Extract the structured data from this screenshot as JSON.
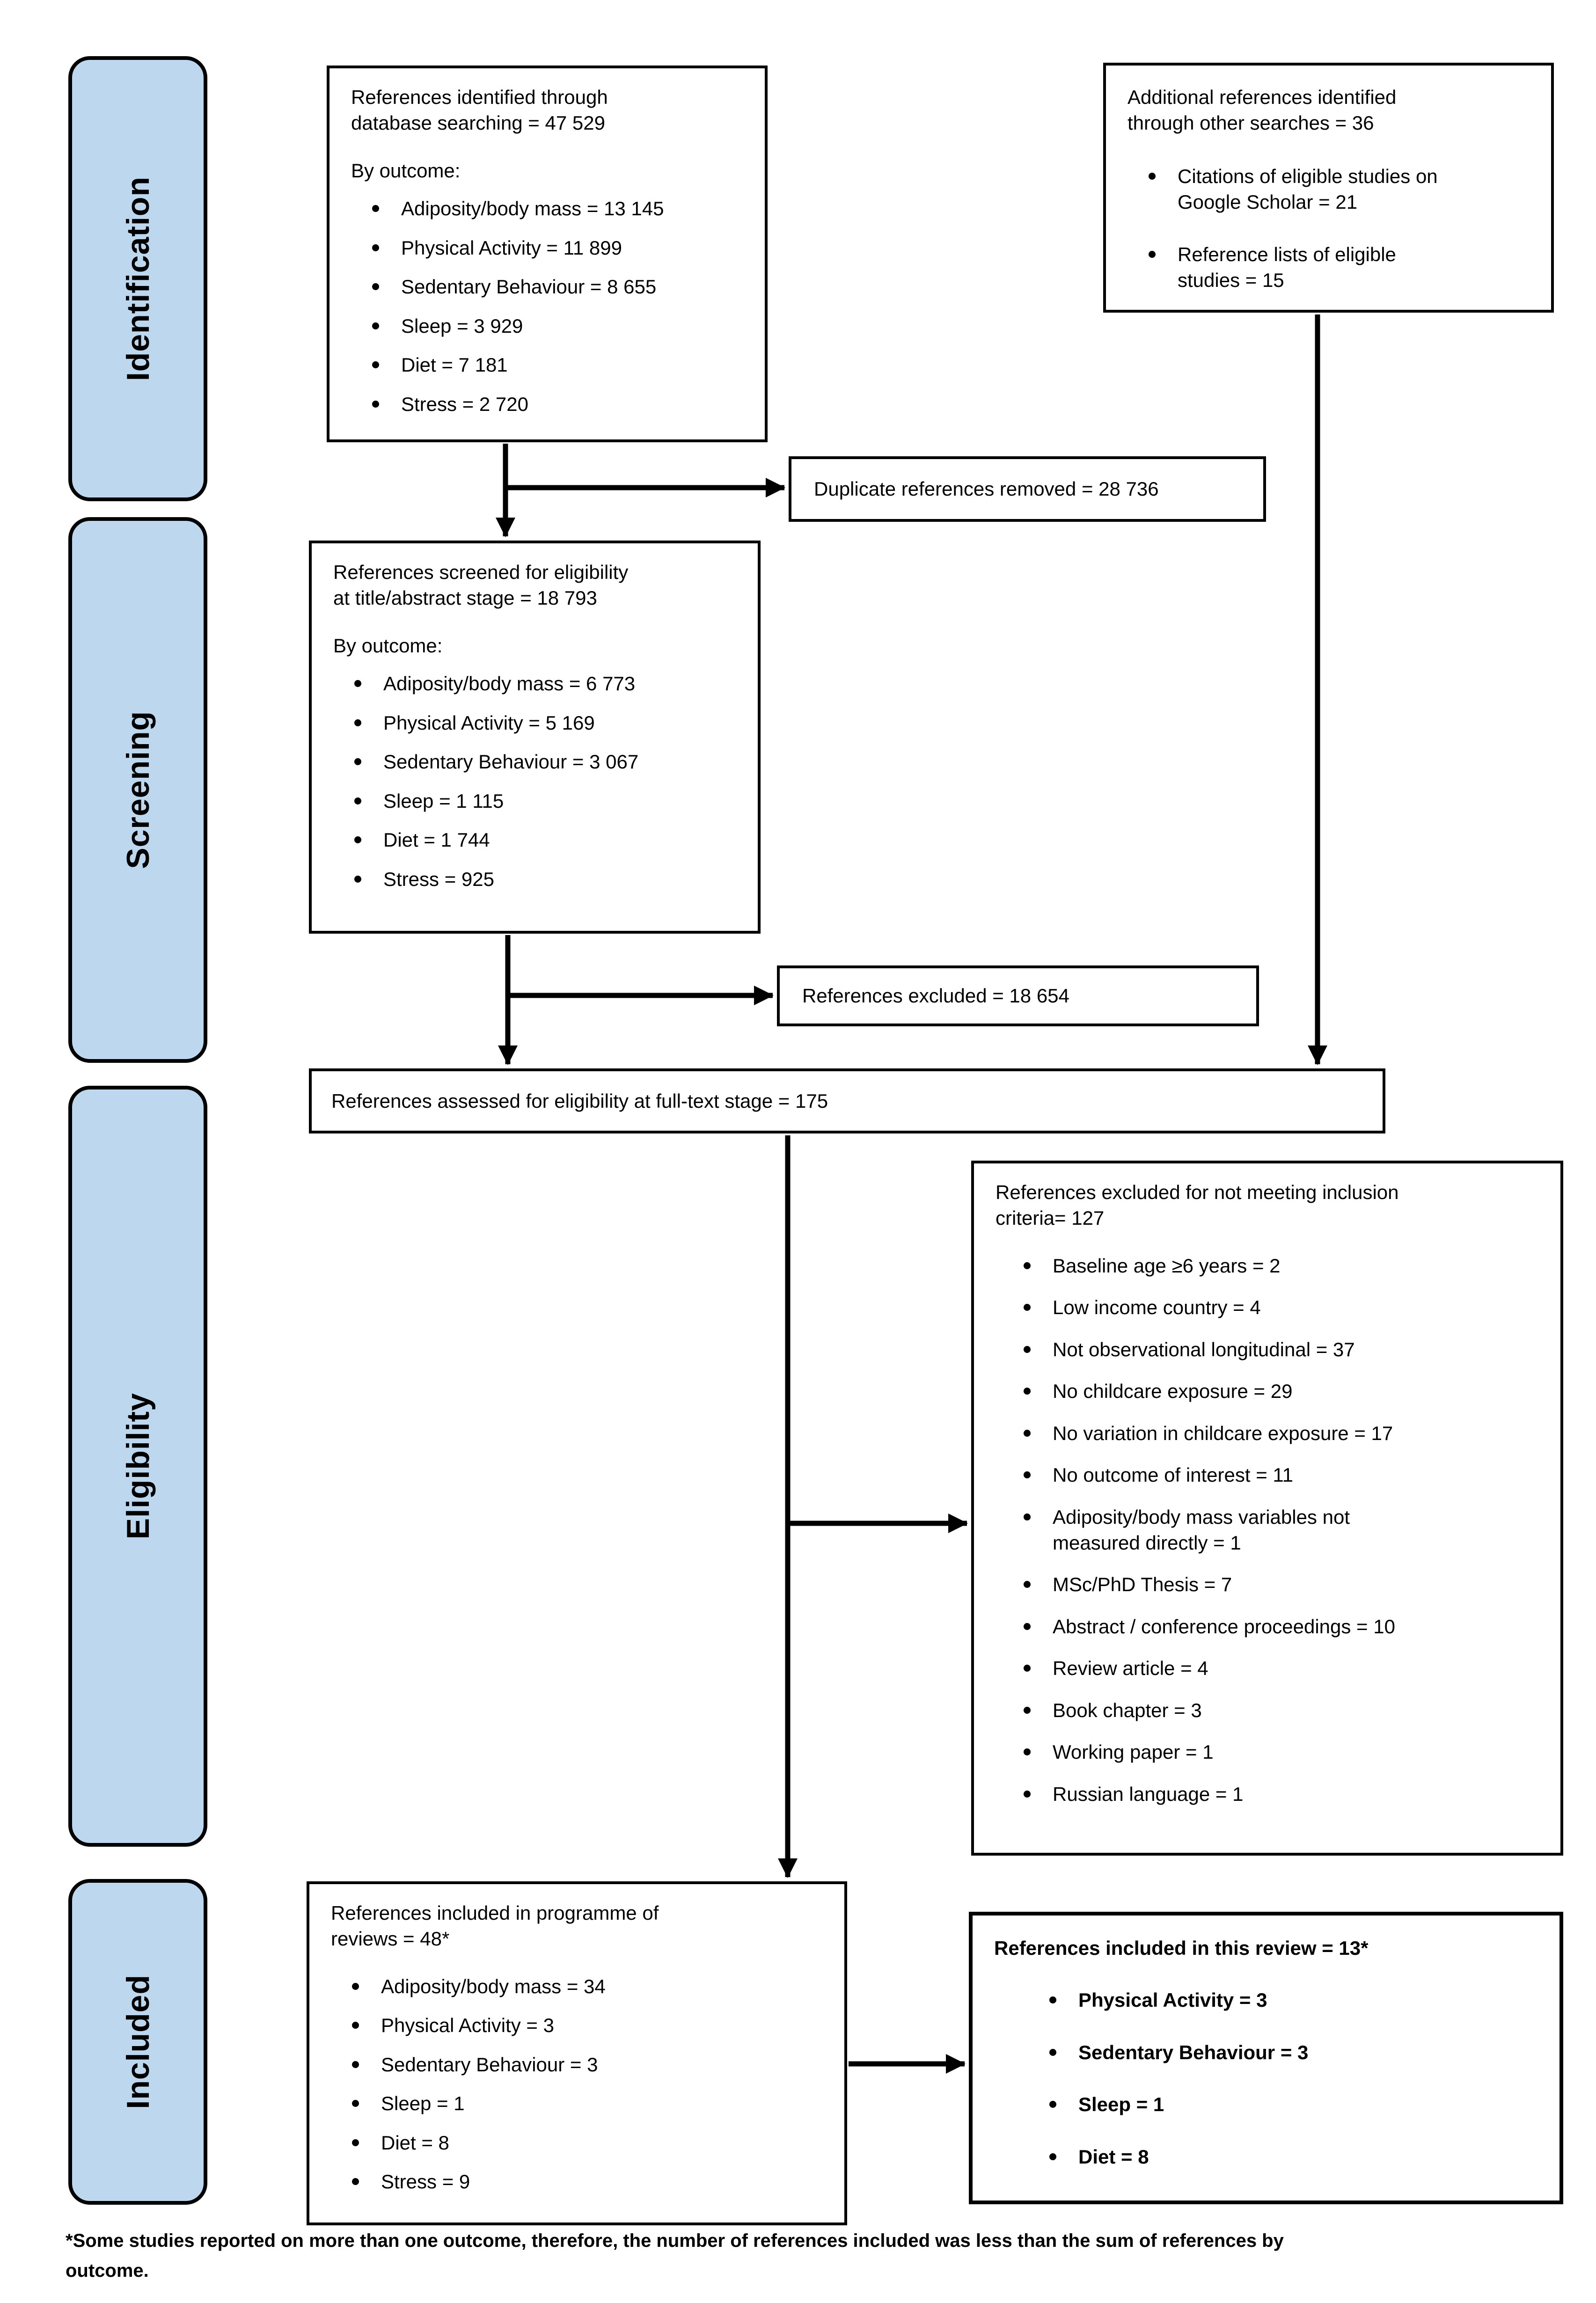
{
  "colors": {
    "stage_fill": "#BDD7EE",
    "stage_border": "#000000",
    "box_border": "#000000",
    "arrow": "#000000",
    "background": "#FFFFFF"
  },
  "sidebar": {
    "stages": [
      {
        "label": "Identification"
      },
      {
        "label": "Screening"
      },
      {
        "label": "Eligibility"
      },
      {
        "label": "Included"
      }
    ]
  },
  "boxes": {
    "identified": {
      "title": "References identified through\ndatabase searching = 47 529",
      "subtitle": "By outcome:",
      "items": [
        "Adiposity/body mass = 13 145",
        "Physical Activity = 11 899",
        "Sedentary Behaviour = 8 655",
        "Sleep = 3 929",
        "Diet = 7 181",
        "Stress = 2 720"
      ]
    },
    "additional": {
      "title": "Additional references identified\nthrough other searches = 36",
      "items": [
        "Citations of eligible studies on\nGoogle Scholar = 21",
        "Reference lists of eligible\nstudies = 15"
      ]
    },
    "duplicates": {
      "title": "Duplicate references removed = 28 736"
    },
    "screened": {
      "title": "References screened for eligibility\nat title/abstract stage = 18 793",
      "subtitle": "By outcome:",
      "items": [
        "Adiposity/body mass = 6 773",
        "Physical Activity = 5 169",
        "Sedentary Behaviour = 3 067",
        "Sleep = 1 115",
        "Diet = 1 744",
        "Stress = 925"
      ]
    },
    "excluded_screening": {
      "title": "References excluded = 18 654"
    },
    "fulltext": {
      "title": "References assessed for eligibility at full-text stage = 175"
    },
    "excluded_fulltext": {
      "title": "References excluded for not meeting inclusion\ncriteria= 127",
      "items": [
        "Baseline age ≥6 years = 2",
        "Low income country = 4",
        "Not observational longitudinal = 37",
        "No childcare exposure = 29",
        "No variation in childcare exposure = 17",
        "No outcome of interest = 11",
        "Adiposity/body mass variables not\nmeasured directly = 1",
        "MSc/PhD Thesis = 7",
        "Abstract / conference proceedings = 10",
        "Review article = 4",
        "Book chapter = 3",
        "Working paper = 1",
        "Russian language = 1"
      ]
    },
    "included_programme": {
      "title": "References included in programme of\nreviews = 48*",
      "items": [
        "Adiposity/body mass = 34",
        "Physical Activity = 3",
        "Sedentary Behaviour = 3",
        "Sleep = 1",
        "Diet = 8",
        "Stress = 9"
      ]
    },
    "included_review": {
      "title": "References included in this review = 13*",
      "items": [
        "Physical Activity = 3",
        "Sedentary Behaviour = 3",
        "Sleep = 1",
        "Diet = 8"
      ]
    }
  },
  "footnote": "*Some studies reported on more than one outcome, therefore, the number of references included was less than the sum of references by\noutcome."
}
